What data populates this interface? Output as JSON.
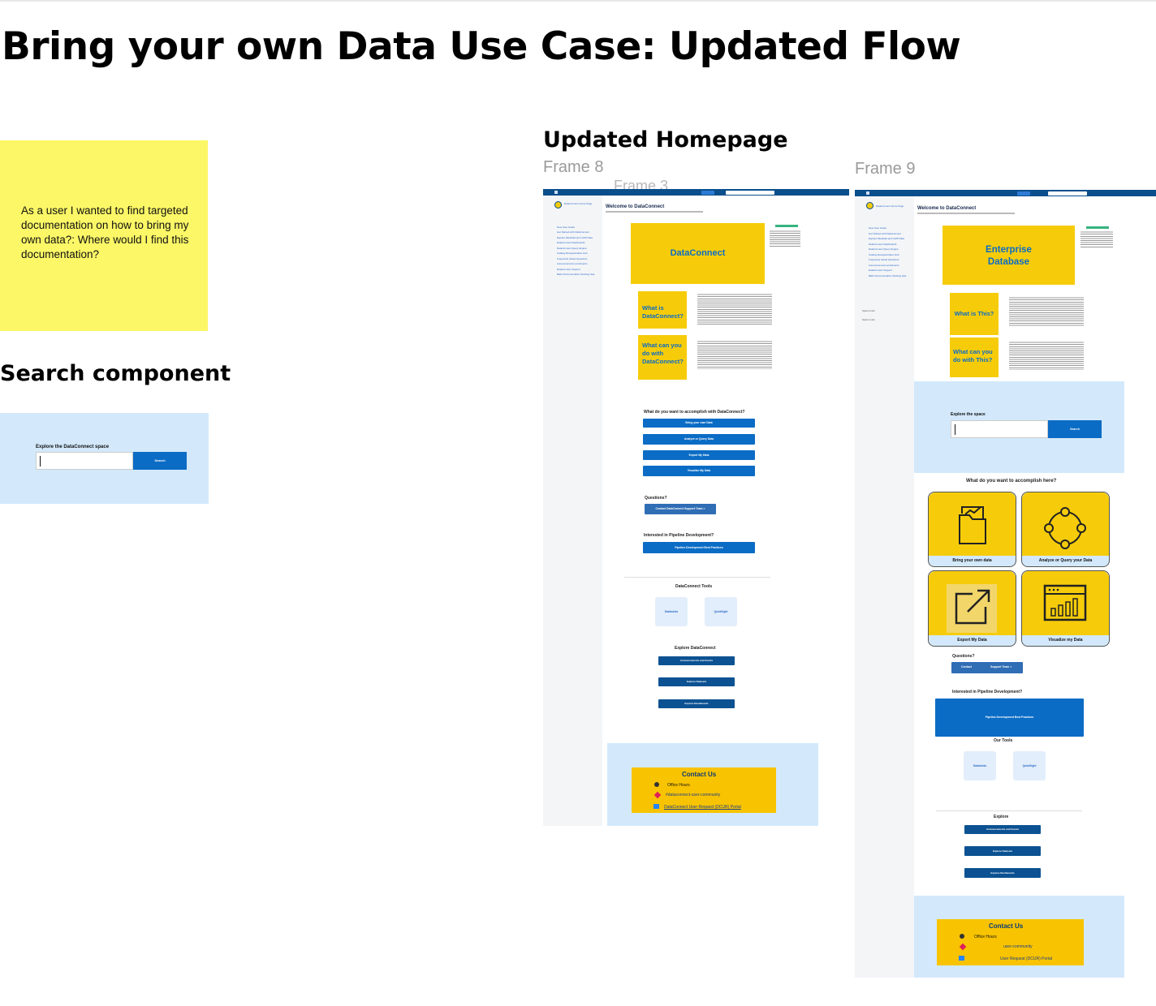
{
  "board": {
    "title": "Bring your own Data Use Case: Updated Flow",
    "sticky_note": "As a user I wanted to find targeted documentation on how to bring my own data?: Where would I find this documentation?",
    "search_section_title": "Search component",
    "updated_homepage_title": "Updated Homepage"
  },
  "search_component": {
    "label": "Explore the DataConnect space",
    "button": "Search"
  },
  "frame8": {
    "frame_label": "Frame 8",
    "overlap_label": "Frame 3",
    "page_title": "Welcome to DataConnect",
    "space_name": "DataConnect Home Page",
    "sidebar_items": [
      "New User Guide",
      "Get Started with DataConnect",
      "Explore Medicaid and CHIP Data",
      "DataConnect Dashboards",
      "DataConnect Query Engine",
      "Catalog Reorganization Hub",
      "Frequently Asked Questions",
      "Announcements and Events",
      "DataConnect Support",
      "Baltic Documentation Working Spa"
    ],
    "banner": "DataConnect",
    "q1": "What is DataConnect?",
    "q2": "What can you do with DataConnect?",
    "accomplish_heading": "What do you want to accomplish with DataConnect?",
    "actions": [
      "Bring your own Data",
      "Analyze or Query Data",
      "Export My Data",
      "Visualize My Data"
    ],
    "questions_heading": "Questions?",
    "contact_button": "Contact DataConnect Support Team >",
    "pipeline_heading": "Interested in Pipeline Development?",
    "pipeline_button": "Pipeline Development Best Practices",
    "tools_heading": "DataConnect Tools",
    "tools": [
      "Databricks",
      "QuickSight"
    ],
    "explore_heading": "Explore DataConnect",
    "explore_links": [
      "Announcements and Events",
      "Explore Datasets",
      "Explore Dashboards"
    ],
    "contact_title": "Contact Us",
    "contact_lines": [
      "Office Hours",
      "#dataconnect-user-community",
      "DataConnect User Request (DCUR) Portal"
    ]
  },
  "frame9": {
    "frame_label": "Frame 9",
    "page_title": "Welcome to DataConnect",
    "space_name": "DataConnect Home Page",
    "sidebar_items": [
      "New User Guide",
      "Get Started with DataConnect",
      "Explore Medicaid and CHIP Data",
      "DataConnect Dashboards",
      "DataConnect Query Engine",
      "Catalog Reorganization Hub",
      "Frequently Asked Questions",
      "Announcements and Events",
      "DataConnect Support",
      "Baltic Documentation Working Spa"
    ],
    "sidebar_tools": [
      "Space tools",
      "Space tools"
    ],
    "banner_line1": "Enterprise",
    "banner_line2": "Database",
    "q1": "What is This?",
    "q2": "What can you do with This?",
    "search_label": "Explore the space",
    "search_button": "Search",
    "accomplish_heading": "What do you want to accomplish here?",
    "cards": [
      "Bring your own data",
      "Analyze or Query your Data",
      "Export My Data",
      "Visualize my Data"
    ],
    "questions_heading": "Questions?",
    "contact_button_left": "Contact",
    "contact_button_right": "Support Team >",
    "pipeline_heading": "Interested in Pipeline Development?",
    "pipeline_button": "Pipeline Development Best Practices",
    "tools_heading": "Our Tools",
    "tools": [
      "Databricks",
      "QuickSight"
    ],
    "explore_heading": "Explore",
    "explore_links": [
      "Announcements and Events",
      "Explore Datasets",
      "Explore Dashboards"
    ],
    "contact_title": "Contact Us",
    "contact_lines": [
      "Office Hours",
      "user-community",
      "User Request (DCUR) Portal"
    ]
  },
  "colors": {
    "navbar": "#0a4e8c",
    "yellow": "#f6cc0a",
    "light_blue": "#d3e9fb",
    "button_blue": "#0b6cc5",
    "button_navy": "#0c5292",
    "sticky": "#fbf766"
  }
}
